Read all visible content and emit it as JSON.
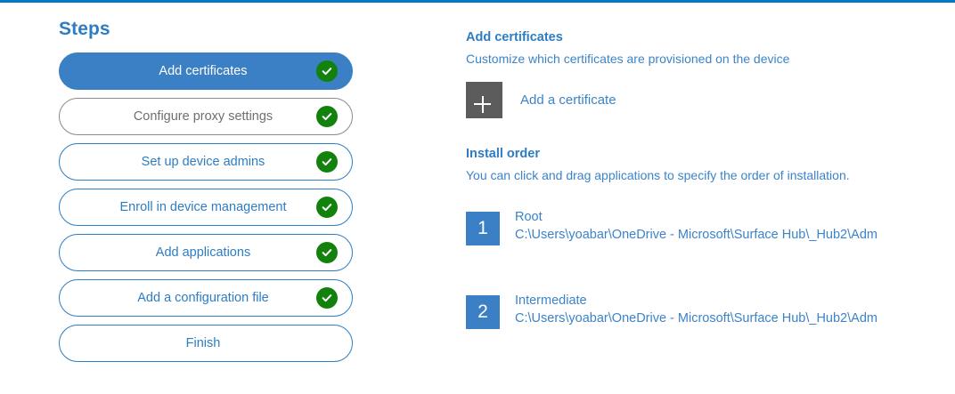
{
  "theme": {
    "accent_blue": "#2d7dc4",
    "selected_blue": "#3b7fc4",
    "link_blue": "#3c83c8",
    "check_green": "#12820d",
    "tile_gray": "#5c5c5c",
    "muted_gray": "#6f6f6f",
    "top_rule": "#0078c8"
  },
  "steps": {
    "title": "Steps",
    "items": [
      {
        "label": "Add certificates",
        "state": "selected",
        "completed": true
      },
      {
        "label": "Configure proxy settings",
        "state": "muted",
        "completed": true
      },
      {
        "label": "Set up device admins",
        "state": "default",
        "completed": true
      },
      {
        "label": "Enroll in device management",
        "state": "default",
        "completed": true
      },
      {
        "label": "Add applications",
        "state": "default",
        "completed": true
      },
      {
        "label": "Add a configuration file",
        "state": "default",
        "completed": true
      },
      {
        "label": "Finish",
        "state": "default",
        "completed": false
      }
    ]
  },
  "detail": {
    "heading": "Add certificates",
    "subtitle": "Customize which certificates are provisioned on the device",
    "add_certificate": {
      "icon": "plus-icon",
      "label": "Add a certificate"
    },
    "install_order": {
      "heading": "Install order",
      "subtitle": "You can click and drag applications to specify the order of installation.",
      "items": [
        {
          "number": "1",
          "name": "Root",
          "path": "C:\\Users\\yoabar\\OneDrive - Microsoft\\Surface Hub\\_Hub2\\Adm"
        },
        {
          "number": "2",
          "name": "Intermediate",
          "path": "C:\\Users\\yoabar\\OneDrive - Microsoft\\Surface Hub\\_Hub2\\Adm"
        }
      ]
    }
  }
}
